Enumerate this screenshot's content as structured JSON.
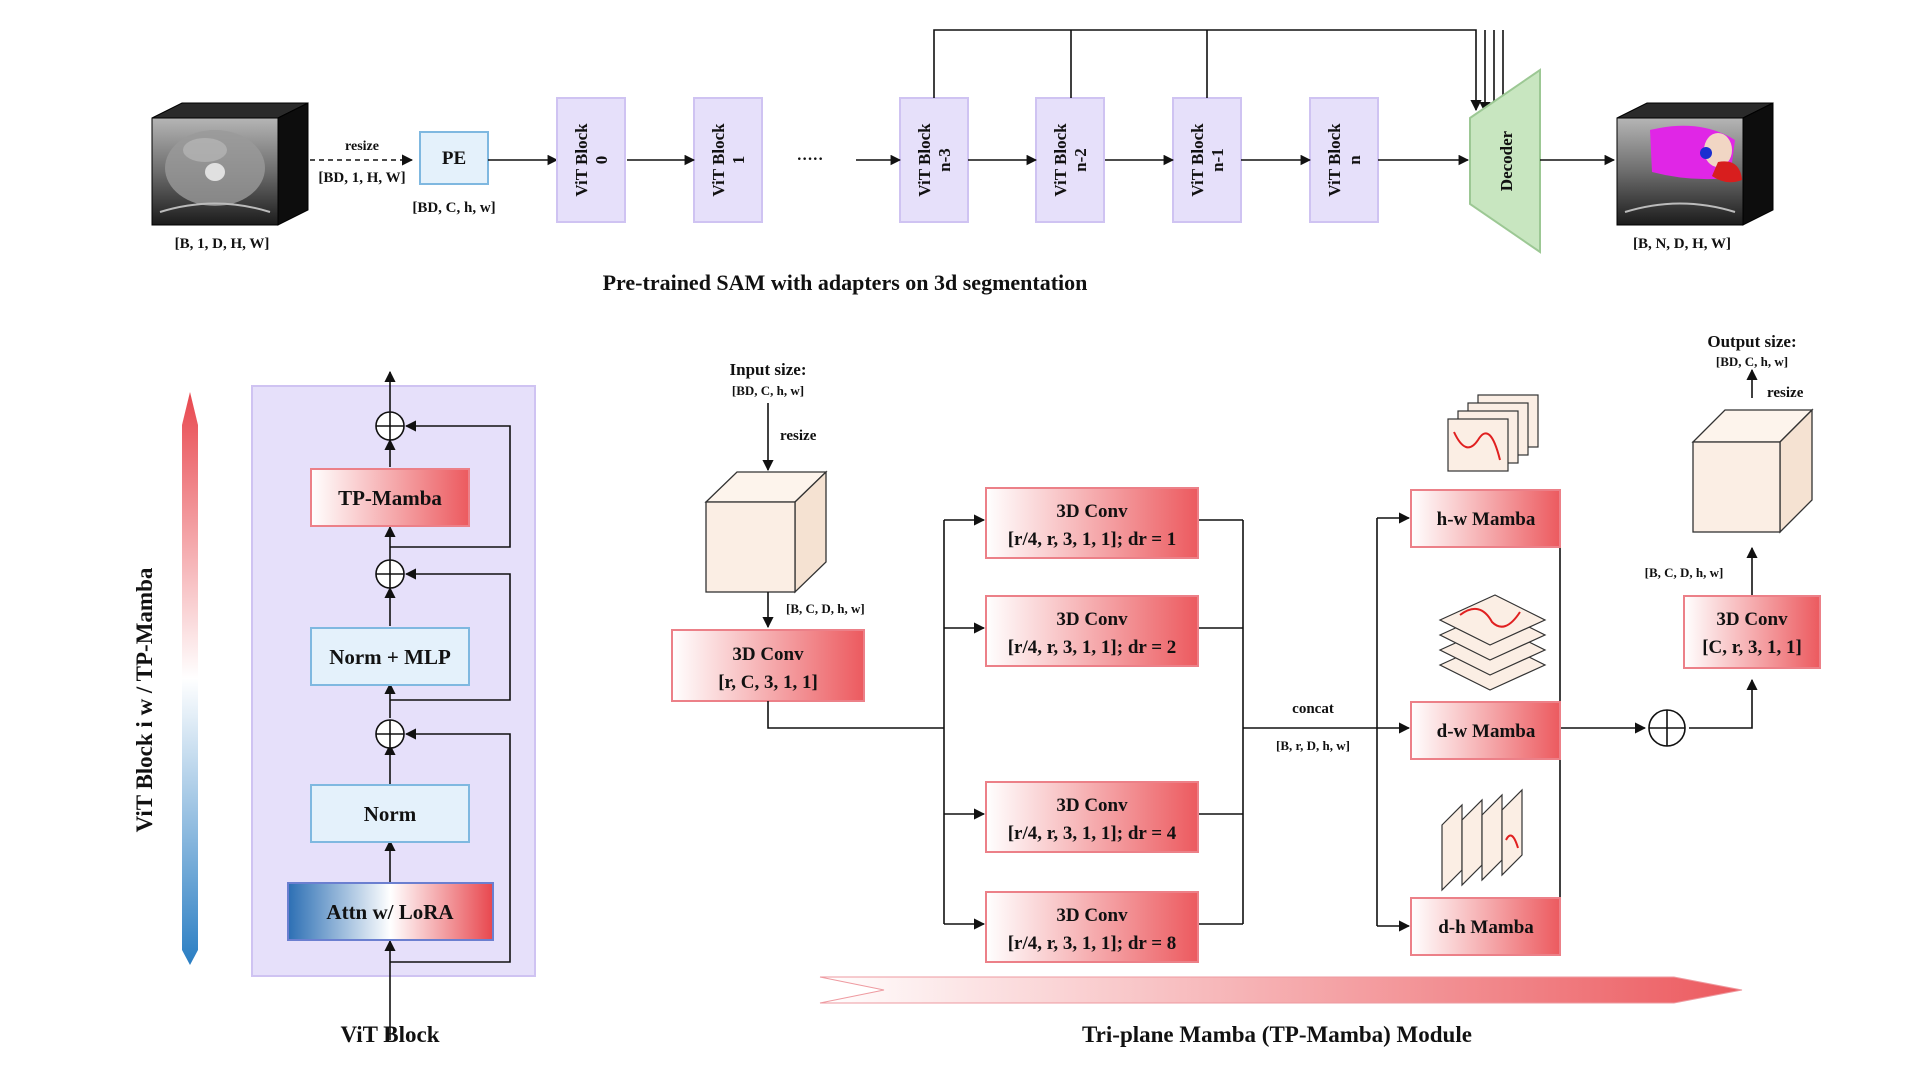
{
  "top": {
    "input_shape": "[B, 1, D, H, W]",
    "resize_label": "resize",
    "resize_shape": "[BD, 1, H, W]",
    "pe_label": "PE",
    "pe_shape": "[BD, C, h, w]",
    "blocks": [
      {
        "line1": "ViT Block",
        "line2": "0"
      },
      {
        "line1": "ViT Block",
        "line2": "1"
      },
      {
        "line1": "ViT Block",
        "line2": "n-3"
      },
      {
        "line1": "ViT Block",
        "line2": "n-2"
      },
      {
        "line1": "ViT Block",
        "line2": "n-1"
      },
      {
        "line1": "ViT Block",
        "line2": "n"
      }
    ],
    "ellipsis": "·····",
    "decoder_label": "Decoder",
    "output_shape": "[B, N, D, H, W]",
    "caption": "Pre-trained SAM with adapters on 3d segmentation"
  },
  "vit": {
    "tp_mamba": "TP-Mamba",
    "norm_mlp": "Norm + MLP",
    "norm": "Norm",
    "attn": "Attn w/ LoRA",
    "side_label": "ViT Block i w  /  TP-Mamba",
    "caption": "ViT Block"
  },
  "tp": {
    "input_title": "Input size:",
    "input_shape": "[BD, C, h, w]",
    "resize_in": "resize",
    "cube_shape": "[B, C, D, h, w]",
    "conv_first": {
      "line1": "3D Conv",
      "line2": "[r, C, 3, 1, 1]"
    },
    "branches": [
      {
        "line1": "3D Conv",
        "line2": "[r/4, r, 3, 1, 1]; dr = 1"
      },
      {
        "line1": "3D Conv",
        "line2": "[r/4, r, 3, 1, 1]; dr = 2"
      },
      {
        "line1": "3D Conv",
        "line2": "[r/4, r, 3, 1, 1]; dr = 4"
      },
      {
        "line1": "3D Conv",
        "line2": "[r/4, r, 3, 1, 1]; dr = 8"
      }
    ],
    "concat_label": "concat",
    "concat_shape": "[B, r, D, h, w]",
    "mambas": [
      "h-w Mamba",
      "d-w Mamba",
      "d-h Mamba"
    ],
    "conv_last": {
      "line1": "3D Conv",
      "line2": "[C, r, 3, 1, 1]"
    },
    "pre_shape": "[B, C, D, h, w]",
    "resize_out": "resize",
    "output_title": "Output size:",
    "output_shape": "[BD, C, h, w]",
    "caption": "Tri-plane Mamba (TP-Mamba) Module"
  },
  "colors": {
    "vit_fill": "#e6e0fa",
    "vit_stroke": "#cfc3f2",
    "decoder": "#c8e6c0",
    "red_accent": "#ec5a5f",
    "blue_accent": "#2c7cc0",
    "cube_fill": "#fbeee4"
  }
}
